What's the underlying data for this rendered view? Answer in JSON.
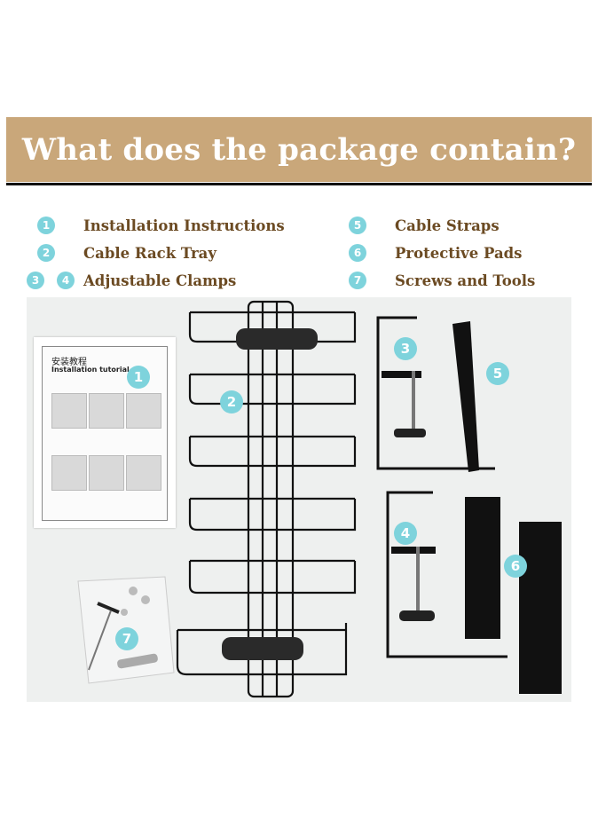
{
  "banner": {
    "title": "What does the package contain?"
  },
  "legend": [
    {
      "nums": [
        "1"
      ],
      "label": "Installation Instructions"
    },
    {
      "nums": [
        "2"
      ],
      "label": "Cable Rack Tray"
    },
    {
      "nums": [
        "3",
        "4"
      ],
      "label": "Adjustable Clamps"
    },
    {
      "nums": [
        "5"
      ],
      "label": "Cable Straps"
    },
    {
      "nums": [
        "6"
      ],
      "label": "Protective Pads"
    },
    {
      "nums": [
        "7"
      ],
      "label": "Screws and Tools"
    }
  ],
  "manual": {
    "title_cn": "安装教程",
    "title_en": "Installation tutorial"
  },
  "photo_badges": [
    "1",
    "2",
    "3",
    "4",
    "5",
    "6",
    "7"
  ],
  "colors": {
    "banner": "#c9a77a",
    "badge": "#7ed3dc",
    "label": "#6b4a22"
  }
}
